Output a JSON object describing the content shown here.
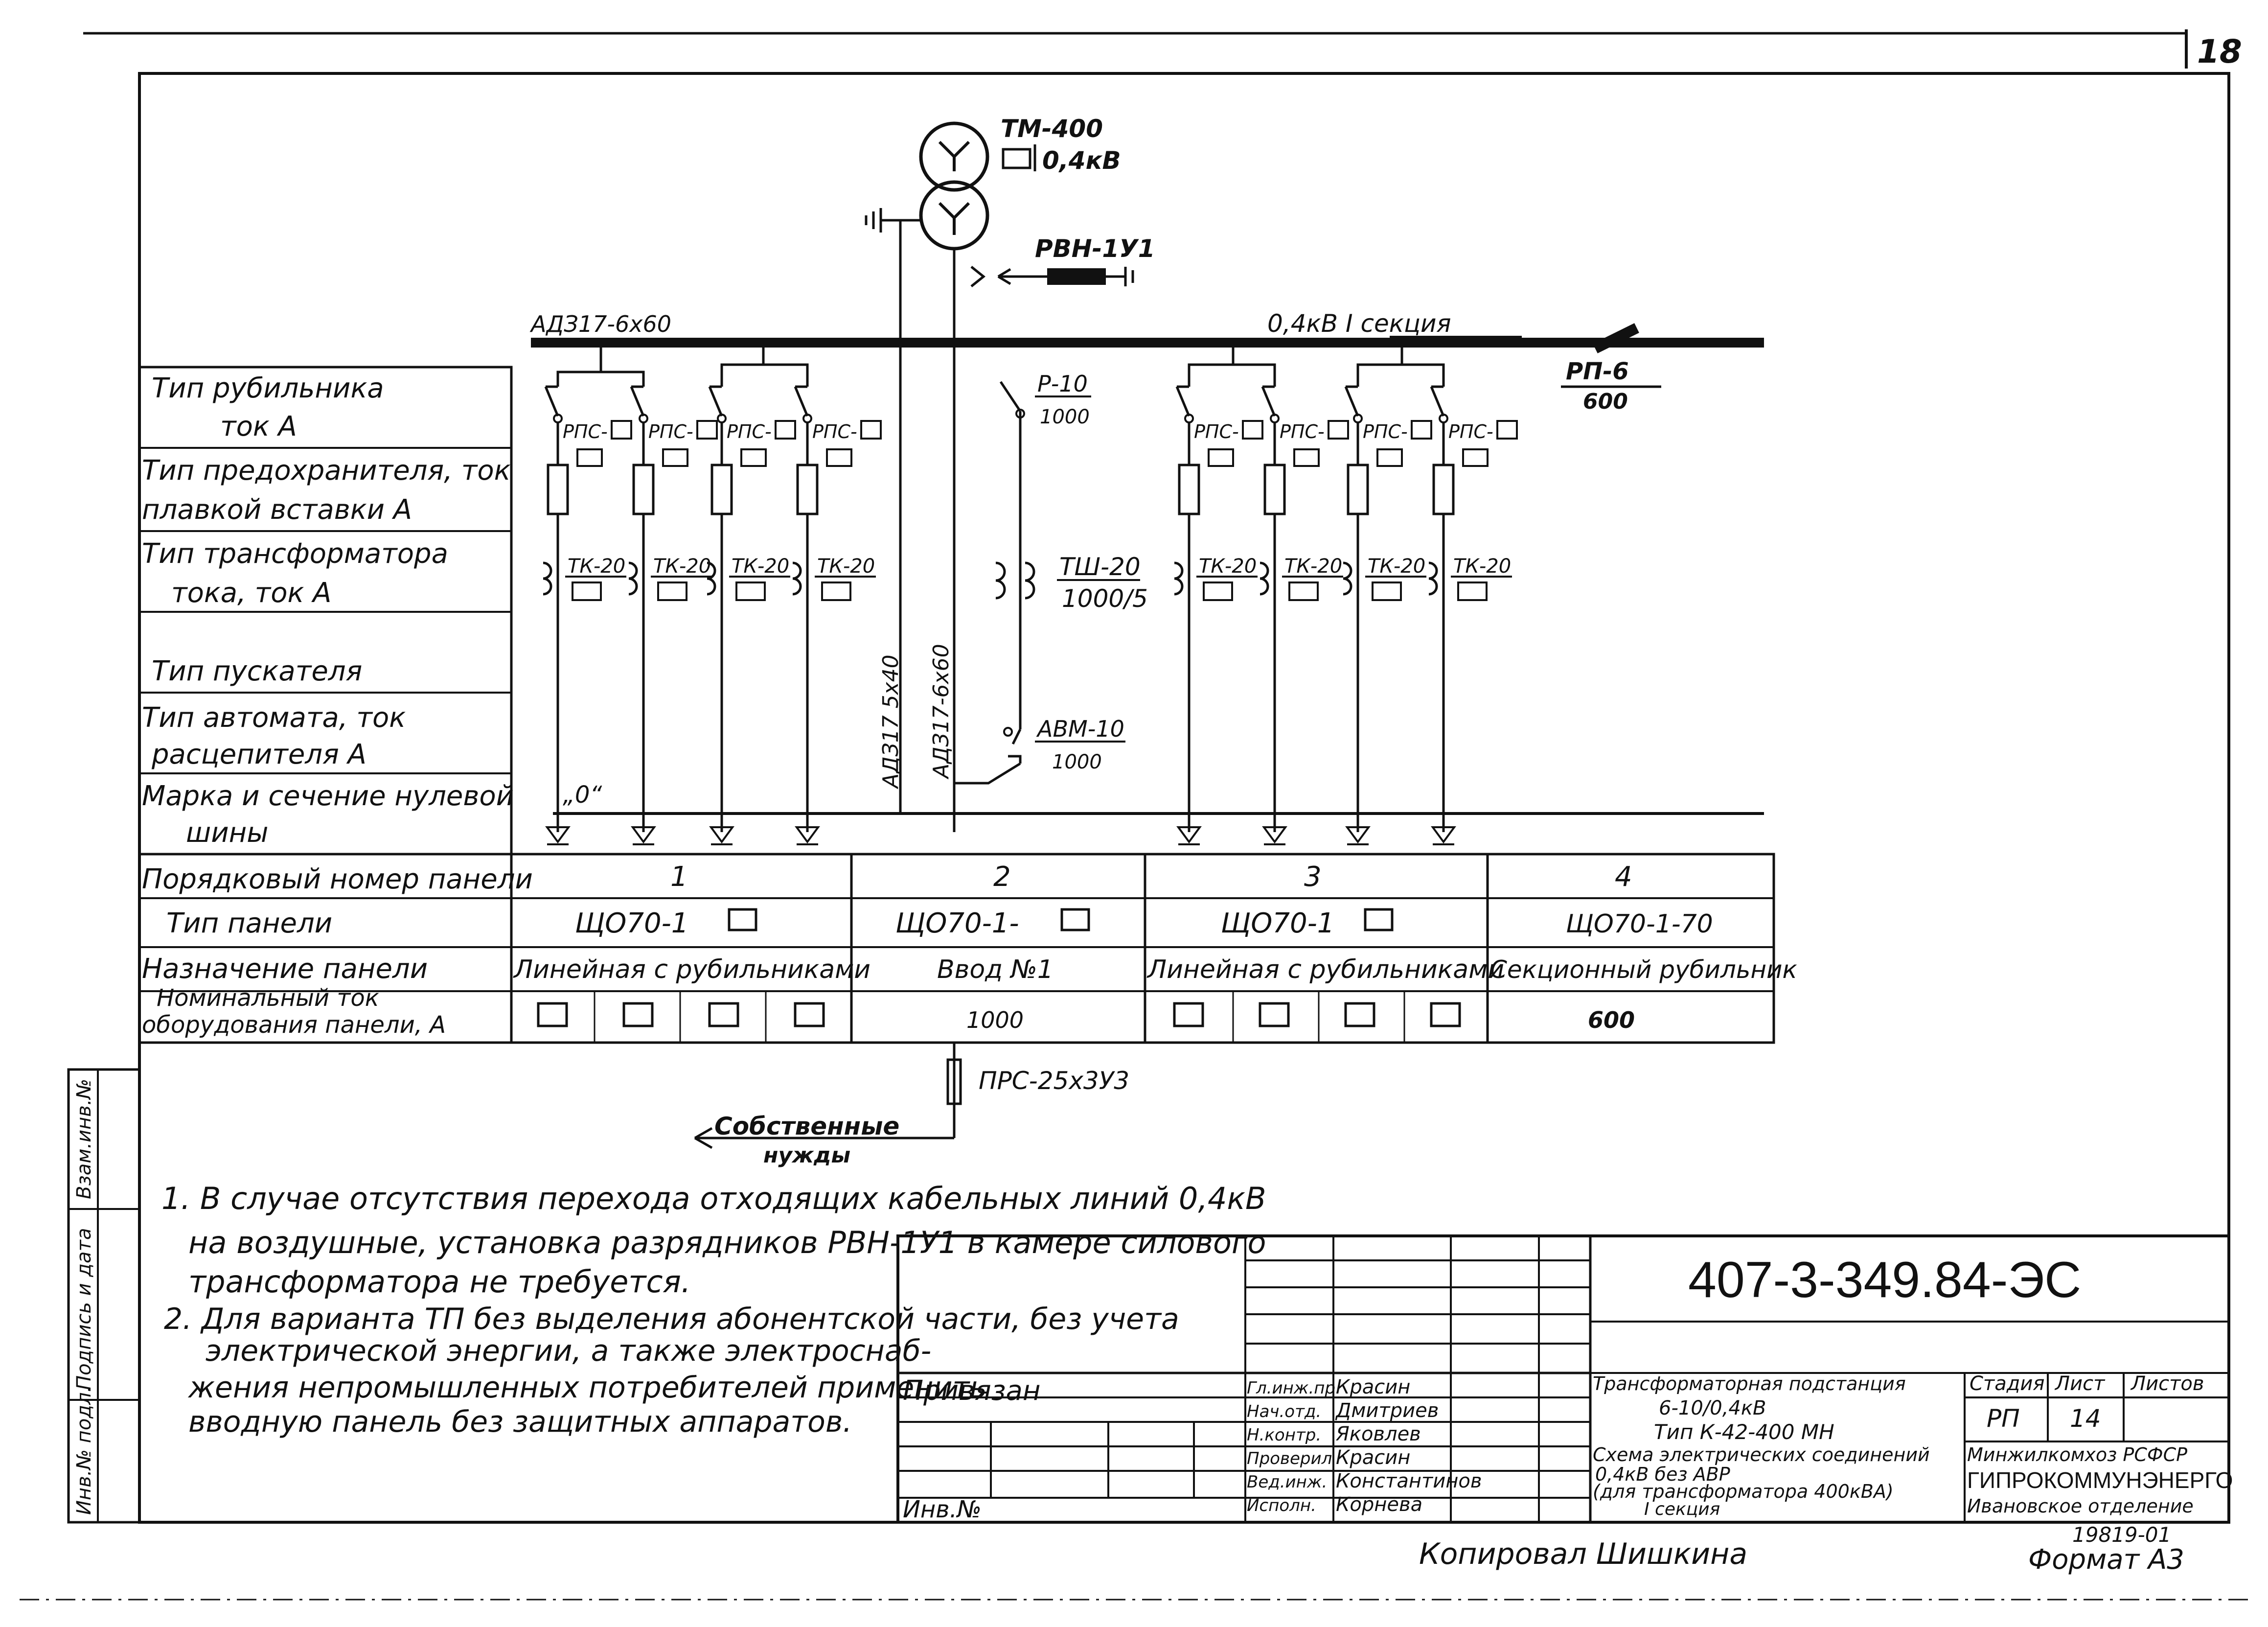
{
  "sheet": {
    "page_number": "18",
    "drawing_number": "407-3-349.84-ЭС",
    "copied_by": "Копировал Шишкина",
    "format": "Формат А3",
    "stamp_code": "19819-01"
  },
  "transformer": {
    "label": "ТМ-400",
    "voltage": "0,4кВ",
    "arrester": "РВН-1У1"
  },
  "busbar": {
    "cable_left": "АДЗ17-6х60",
    "section": "0,4кВ  I секция",
    "rp_label": "РП-6",
    "rp_value": "600",
    "neutral_cable": "АДЗ17 5х40",
    "input_cable": "АДЗ17-6х60",
    "zero_mark": "„0“"
  },
  "input_panel": {
    "switch": "Р-10",
    "switch_current": "1000",
    "ct_type": "ТШ-20",
    "ct_ratio": "1000/5",
    "breaker": "АВМ-10",
    "breaker_current": "1000"
  },
  "feeder": {
    "switch_label": "РПС-",
    "ct_label": "ТК-20"
  },
  "row_labels": [
    {
      "l1": "Тип рубильника",
      "l2": "ток А"
    },
    {
      "l1": "Тип предохранителя, ток",
      "l2": "плавкой вставки А"
    },
    {
      "l1": "Тип трансформатора",
      "l2": "тока, ток А"
    },
    {
      "l1": "",
      "l2": "Тип пускателя"
    },
    {
      "l1": "Тип автомата, ток",
      "l2": "расцепителя А"
    },
    {
      "l1": "Марка и сечение нулевой",
      "l2": "шины"
    }
  ],
  "table": {
    "labels": {
      "number": "Порядковый номер панели",
      "type": "Тип панели",
      "purpose": "Назначение панели",
      "current_l1": "Номинальный ток",
      "current_l2": "оборудования панели, А"
    },
    "panels": [
      {
        "number": "1",
        "type": "ЩО70-1",
        "purpose": "Линейная с рубильниками",
        "current": ""
      },
      {
        "number": "2",
        "type": "ЩО70-1-",
        "purpose": "Ввод №1",
        "current": "1000"
      },
      {
        "number": "3",
        "type": "ЩО70-1",
        "purpose": "Линейная с рубильниками",
        "current": ""
      },
      {
        "number": "4",
        "type": "ЩО70-1-70",
        "purpose": "Секционный рубильник",
        "current": "600"
      }
    ]
  },
  "aux": {
    "fuse": "ПРС-25х3У3",
    "label_l1": "Собственные",
    "label_l2": "нужды"
  },
  "notes": [
    "1. В случае отсутствия перехода отходящих кабельных линий 0,4кВ",
    "на воздушные, установка разрядников РВН-1У1 в камере силового",
    "трансформатора не требуется.",
    "2. Для варианта ТП без выделения абонентской части, без учета",
    "электрической энергии, а также электроснаб-",
    "жения непромышленных потребителей применить",
    "вводную панель без защитных аппаратов."
  ],
  "side_stamp": [
    "Взам.инв.№",
    "Подпись и дата",
    "Инв.№ подл."
  ],
  "title_block": {
    "privyazan": "Привязан",
    "inv": "Инв.№",
    "roles": [
      "Гл.инж.пр.",
      "Нач.отд.",
      "Н.контр.",
      "Проверил",
      "Вед.инж.",
      "Исполн."
    ],
    "names": [
      "Красин",
      "Дмитриев",
      "Яковлев",
      "Красин",
      "Константинов",
      "Корнева"
    ],
    "title_l1": "Трансформаторная подстанция",
    "title_l2": "6-10/0,4кВ",
    "title_l3": "Тип К-42-400 МН",
    "sheet_l1": "Схема электрических соединений",
    "sheet_l2": "0,4кВ без АВР",
    "sheet_l3": "(для трансформатора 400кВА)",
    "sheet_l4": "I секция",
    "stage_h": "Стадия",
    "list_h": "Лист",
    "lists_h": "Листов",
    "stage": "РП",
    "list": "14",
    "org_l1": "Минжилкомхоз РСФСР",
    "org_l2": "ГИПРОКОММУНЭНЕРГО",
    "org_l3": "Ивановское отделение"
  }
}
